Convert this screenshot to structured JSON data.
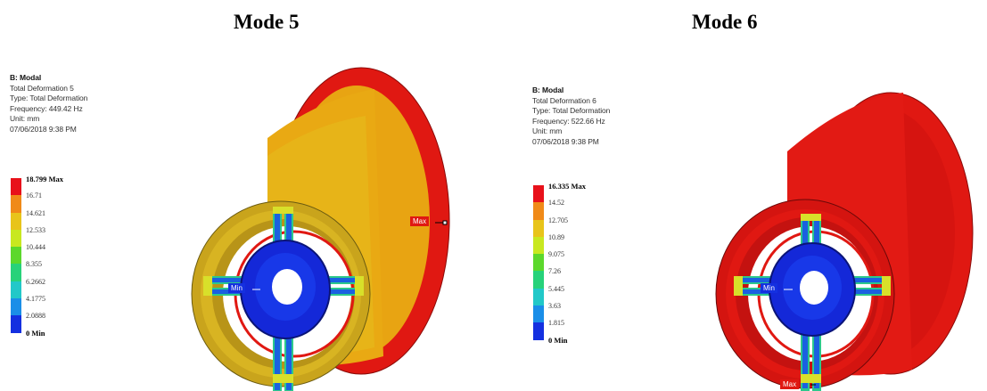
{
  "panels": [
    {
      "mode_title": "Mode 5",
      "info": {
        "heading": "B: Modal",
        "lines": [
          "Total Deformation 5",
          "Type: Total Deformation",
          "Frequency: 449.42 Hz",
          "Unit: mm",
          "07/06/2018 9:38 PM"
        ]
      },
      "legend": {
        "colors": [
          "#e8111a",
          "#f08a18",
          "#e8c41a",
          "#c8e820",
          "#5cd82c",
          "#27d27a",
          "#22c8c8",
          "#1a8ee8",
          "#1430e0"
        ],
        "labels": [
          "18.799 Max",
          "16.71",
          "14.621",
          "12.533",
          "10.444",
          "8.355",
          "6.2662",
          "4.1775",
          "2.0888"
        ],
        "min_label": "0 Min"
      },
      "min_tag": "Min",
      "max_tag": "Max"
    },
    {
      "mode_title": "Mode 6",
      "info": {
        "heading": "B: Modal",
        "lines": [
          "Total Deformation 6",
          "Type: Total Deformation",
          "Frequency: 522.66 Hz",
          "Unit: mm",
          "07/06/2018 9:38 PM"
        ]
      },
      "legend": {
        "colors": [
          "#e8111a",
          "#f08a18",
          "#e8c41a",
          "#c8e820",
          "#5cd82c",
          "#27d27a",
          "#22c8c8",
          "#1a8ee8",
          "#1430e0"
        ],
        "labels": [
          "16.335 Max",
          "14.52",
          "12.705",
          "10.89",
          "9.075",
          "7.26",
          "5.445",
          "3.63",
          "1.815"
        ],
        "min_label": "0 Min"
      },
      "min_tag": "Min",
      "max_tag": "Max"
    }
  ]
}
